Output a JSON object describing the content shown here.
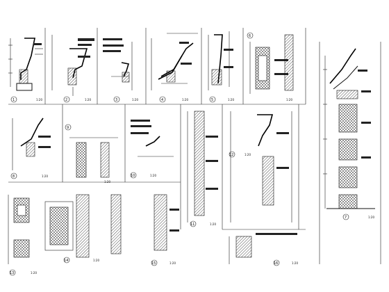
{
  "sheet": {
    "title": "detail-sheet",
    "panels": [
      {
        "id": "p1",
        "number": "1",
        "scale": "1:20"
      },
      {
        "id": "p2",
        "number": "2",
        "scale": "1:20"
      },
      {
        "id": "p3",
        "number": "3",
        "scale": "1:20"
      },
      {
        "id": "p4",
        "number": "4",
        "scale": "1:20"
      },
      {
        "id": "p5",
        "number": "5",
        "scale": "1:20"
      },
      {
        "id": "p6",
        "number": "6",
        "scale": "1:20"
      },
      {
        "id": "p7",
        "number": "7",
        "scale": "1:20"
      },
      {
        "id": "p8",
        "number": "8",
        "scale": "1:20"
      },
      {
        "id": "p9",
        "number": "9",
        "scale": "1:20"
      },
      {
        "id": "p10",
        "number": "10",
        "scale": "1:20"
      },
      {
        "id": "p11",
        "number": "11",
        "scale": "1:20"
      },
      {
        "id": "p12",
        "number": "12",
        "scale": "1:20"
      },
      {
        "id": "p13",
        "number": "13",
        "scale": "1:20"
      },
      {
        "id": "p14",
        "number": "14",
        "scale": "1:20"
      },
      {
        "id": "p15",
        "number": "15",
        "scale": "1:20"
      },
      {
        "id": "p16",
        "number": "16",
        "scale": "1:20"
      }
    ]
  },
  "colors": {
    "line": "#111111",
    "hatch": "#222222",
    "paper": "#ffffff"
  }
}
